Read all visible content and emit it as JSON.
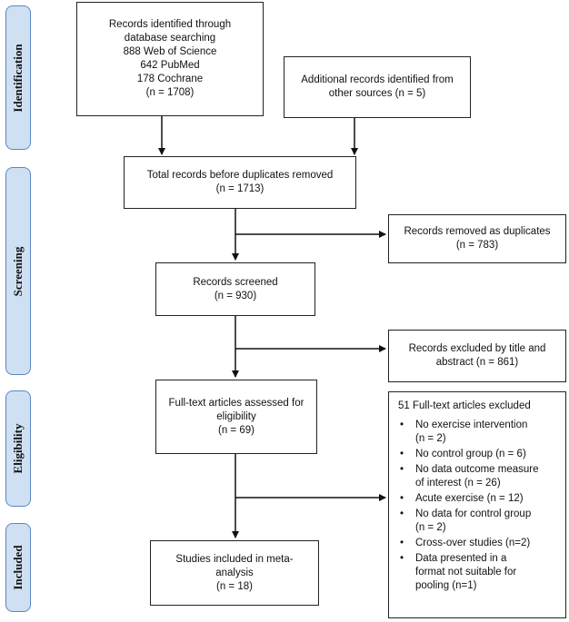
{
  "phases": {
    "identification": "Identification",
    "screening": "Screening",
    "eligibility": "Eligibility",
    "included": "Included"
  },
  "boxes": {
    "database": [
      "Records identified through",
      "database searching",
      "888 Web of Science",
      "642 PubMed",
      "178 Cochrane",
      "(n = 1708)"
    ],
    "other_sources": [
      "Additional records identified from",
      "other sources (n = 5)"
    ],
    "total_before_dup": [
      "Total records before duplicates removed",
      "(n = 1713)"
    ],
    "duplicates_removed": [
      "Records removed as duplicates",
      "(n = 783)"
    ],
    "screened": [
      "Records screened",
      "(n = 930)"
    ],
    "excluded_title": [
      "Records excluded by title and",
      "abstract (n = 861)"
    ],
    "fulltext_assessed": [
      "Full-text articles assessed for",
      "eligibility",
      "(n = 69)"
    ],
    "included": [
      "Studies included in meta-",
      "analysis",
      "(n = 18)"
    ]
  },
  "fulltext_excluded": {
    "heading": "51 Full-text articles excluded",
    "items": [
      [
        "No exercise intervention",
        "(n = 2)"
      ],
      [
        "No control group (n = 6)"
      ],
      [
        "No data outcome measure",
        "of interest (n = 26)"
      ],
      [
        "Acute exercise (n = 12)"
      ],
      [
        "No data for control group",
        "(n = 2)"
      ],
      [
        "Cross-over studies (n=2)"
      ],
      [
        "Data presented in a",
        "format not suitable for",
        "pooling (n=1)"
      ]
    ]
  }
}
